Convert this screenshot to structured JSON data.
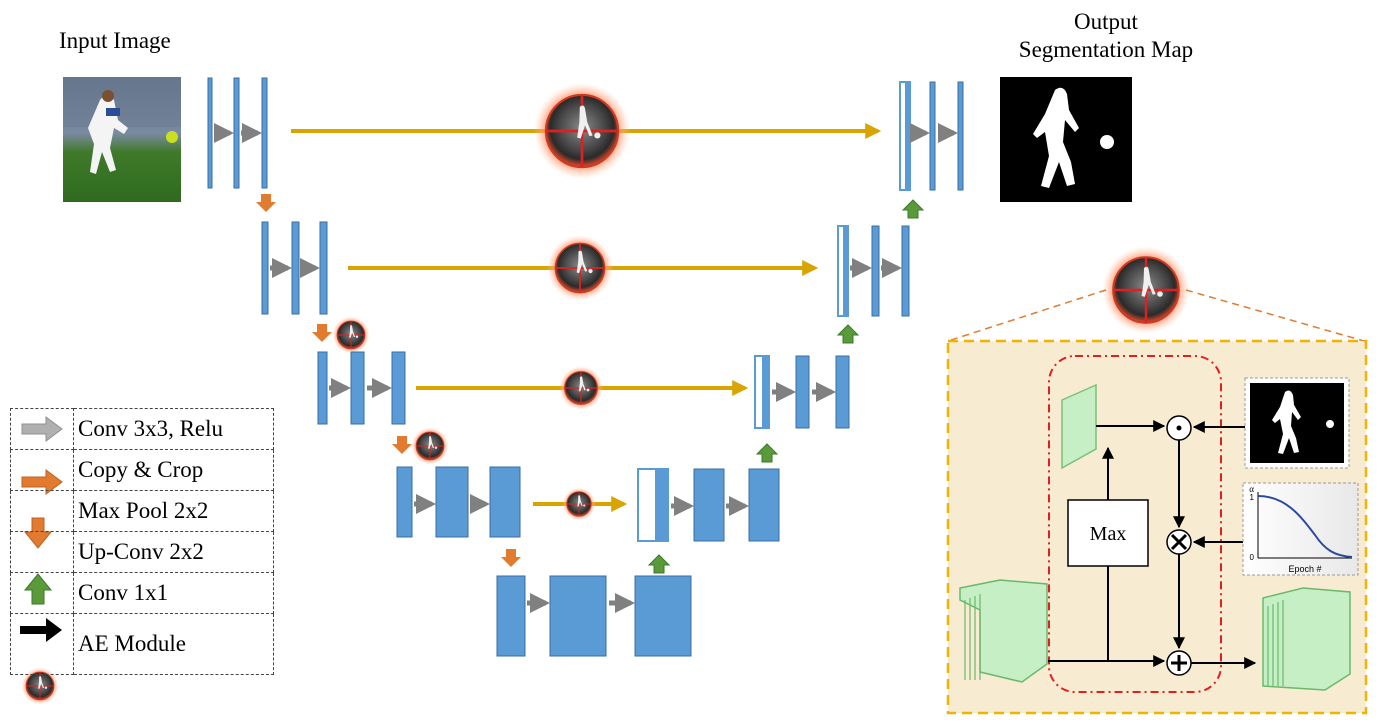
{
  "labels": {
    "input_image": "Input Image",
    "output_title_line1": "Output",
    "output_title_line2": "Segmentation Map",
    "max_box": "Max",
    "epoch_axis": "Epoch #",
    "alpha_axis": "α",
    "alpha_tick_top": "1",
    "alpha_tick_bottom": "0"
  },
  "legend": [
    {
      "icon": "gray-arrow-icon",
      "label": "Conv 3x3, Relu"
    },
    {
      "icon": "orange-arrow-icon",
      "label": "Copy & Crop"
    },
    {
      "icon": "orange-down-arrow-icon",
      "label": "Max Pool 2x2"
    },
    {
      "icon": "green-up-arrow-icon",
      "label": "Up-Conv 2x2"
    },
    {
      "icon": "black-arrow-icon",
      "label": "Conv 1x1"
    },
    {
      "icon": "ae-module-icon",
      "label": "AE Module"
    }
  ],
  "colors": {
    "block": "#5b9bd5",
    "block_border": "#3a6ea5",
    "gray_arrow": "#808080",
    "orange_arrow": "#e07b30",
    "green_arrow": "#5a9a3a",
    "copy_line": "#d9a400",
    "detail_border": "#f0b400",
    "detail_bg": "#f7ecd2",
    "red_dash": "#e02020",
    "feature_green": "#c6efc6"
  }
}
